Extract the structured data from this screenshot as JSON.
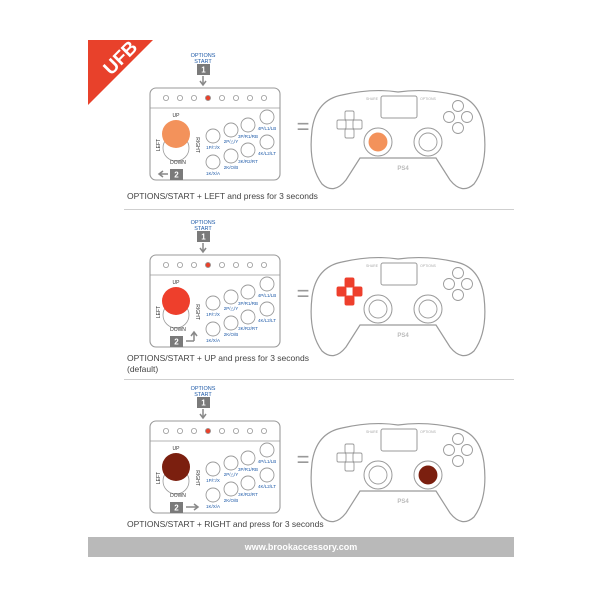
{
  "badge": {
    "text": "UFB",
    "subtitle": "Universal Fighting Board"
  },
  "buttons": {
    "options_start": [
      "OPTIONS",
      "START"
    ],
    "step1": "1",
    "step2": "2",
    "labels": [
      "4P/L1/LB",
      "3P/R1/RB",
      "2P/△/Y",
      "1P/□/X",
      "4K/L2/LT",
      "3K/R2/RT",
      "2K/O/B",
      "1K/X/A"
    ],
    "dir_up": "UP",
    "dir_left": "LEFT",
    "dir_down": "DOWN",
    "dir_right": "RIGHT",
    "equals": "="
  },
  "controller_label": "PS4",
  "share": "SHARE",
  "options": "OPTIONS",
  "panels": [
    {
      "instruction": "OPTIONS/START  +  LEFT and press for 3 seconds",
      "note": "",
      "color": "#f3925b"
    },
    {
      "instruction": "OPTIONS/START  +  UP and press for 3 seconds",
      "note": "(default)",
      "color": "#ee3f2c"
    },
    {
      "instruction": "OPTIONS/START  +  RIGHT and press for 3 seconds",
      "note": "",
      "color": "#7b1f0f"
    }
  ],
  "footer": "www.brookaccessory.com",
  "colors": {
    "badge": "#e8412b",
    "outline": "#9a9a9a",
    "step_box": "#7a7a7a",
    "label_blue": "#1e5aa8"
  }
}
